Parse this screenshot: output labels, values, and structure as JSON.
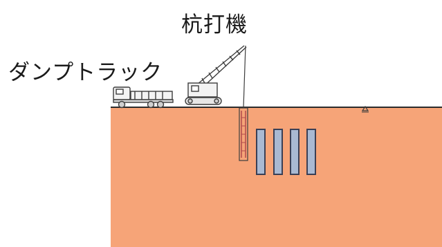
{
  "labels": {
    "pile_driver": "杭打機",
    "dump_truck": "ダンプトラック"
  },
  "colors": {
    "ground": "#f6a478",
    "ground_line": "#2b2b2b",
    "pile_fill": "#a9b9d2",
    "pile_stroke": "#3a3f55",
    "machine_stroke": "#3c3c3c",
    "pipe_stroke": "#b04a4a"
  },
  "installed_piles": 4
}
